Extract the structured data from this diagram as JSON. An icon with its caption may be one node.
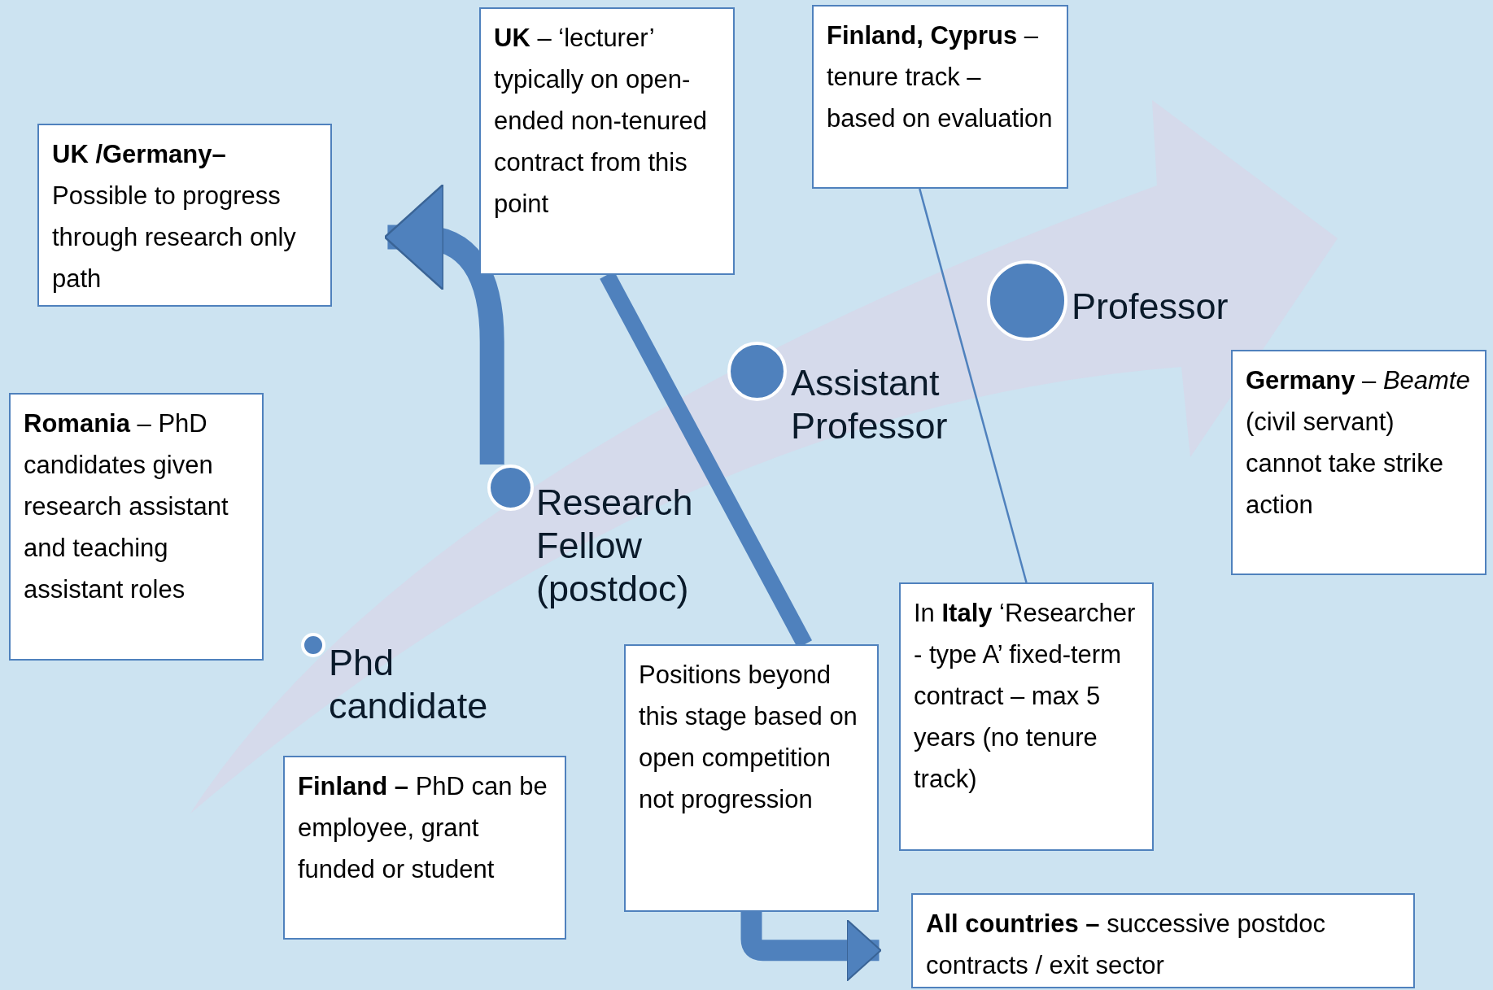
{
  "diagram": {
    "nodes": [
      {
        "text": [
          "**UK /Germany–** Possible to progress through research only path"
        ]
      },
      {
        "text": [
          "**Romania** – PhD candidates given research assistant and teaching assistant roles"
        ]
      },
      {
        "text": [
          "**UK** – ‘lecturer’ typically on open-ended non-tenured contract from this point"
        ]
      },
      {
        "text": [
          "**Finland, Cyprus** – tenure track – based on evaluation"
        ]
      },
      {
        "text": [
          "**Germany** – *Beamte* (civil servant) cannot take strike action"
        ]
      },
      {
        "text": [
          "**Finland –** PhD can be employee, grant funded or student"
        ]
      },
      {
        "text": [
          "Positions beyond this stage based on open competition not progression"
        ]
      },
      {
        "text": [
          "In **Italy** ‘Researcher - type A’ fixed-term contract – max 5 years (no tenure track)"
        ]
      },
      {
        "text": [
          "**All countries –** successive postdoc contracts / exit sector"
        ]
      },
      {
        "text": [],
        "shape": "circle",
        "beside": [
          "Phd candidate"
        ]
      },
      {
        "text": [],
        "shape": "circle",
        "beside": [
          "Research Fellow (postdoc)"
        ]
      },
      {
        "text": [],
        "shape": "circle",
        "beside": [
          "Assistant Professor"
        ]
      },
      {
        "text": [],
        "shape": "circle",
        "beside": [
          "Professor"
        ]
      }
    ],
    "edges": [
      {
        "from": 10,
        "to": 0,
        "arrow": "to"
      },
      {
        "from": 2,
        "to": 6,
        "arrow": "none"
      },
      {
        "from": 3,
        "to": 7,
        "arrow": "none"
      },
      {
        "from": 6,
        "to": 8,
        "arrow": "to"
      }
    ]
  }
}
